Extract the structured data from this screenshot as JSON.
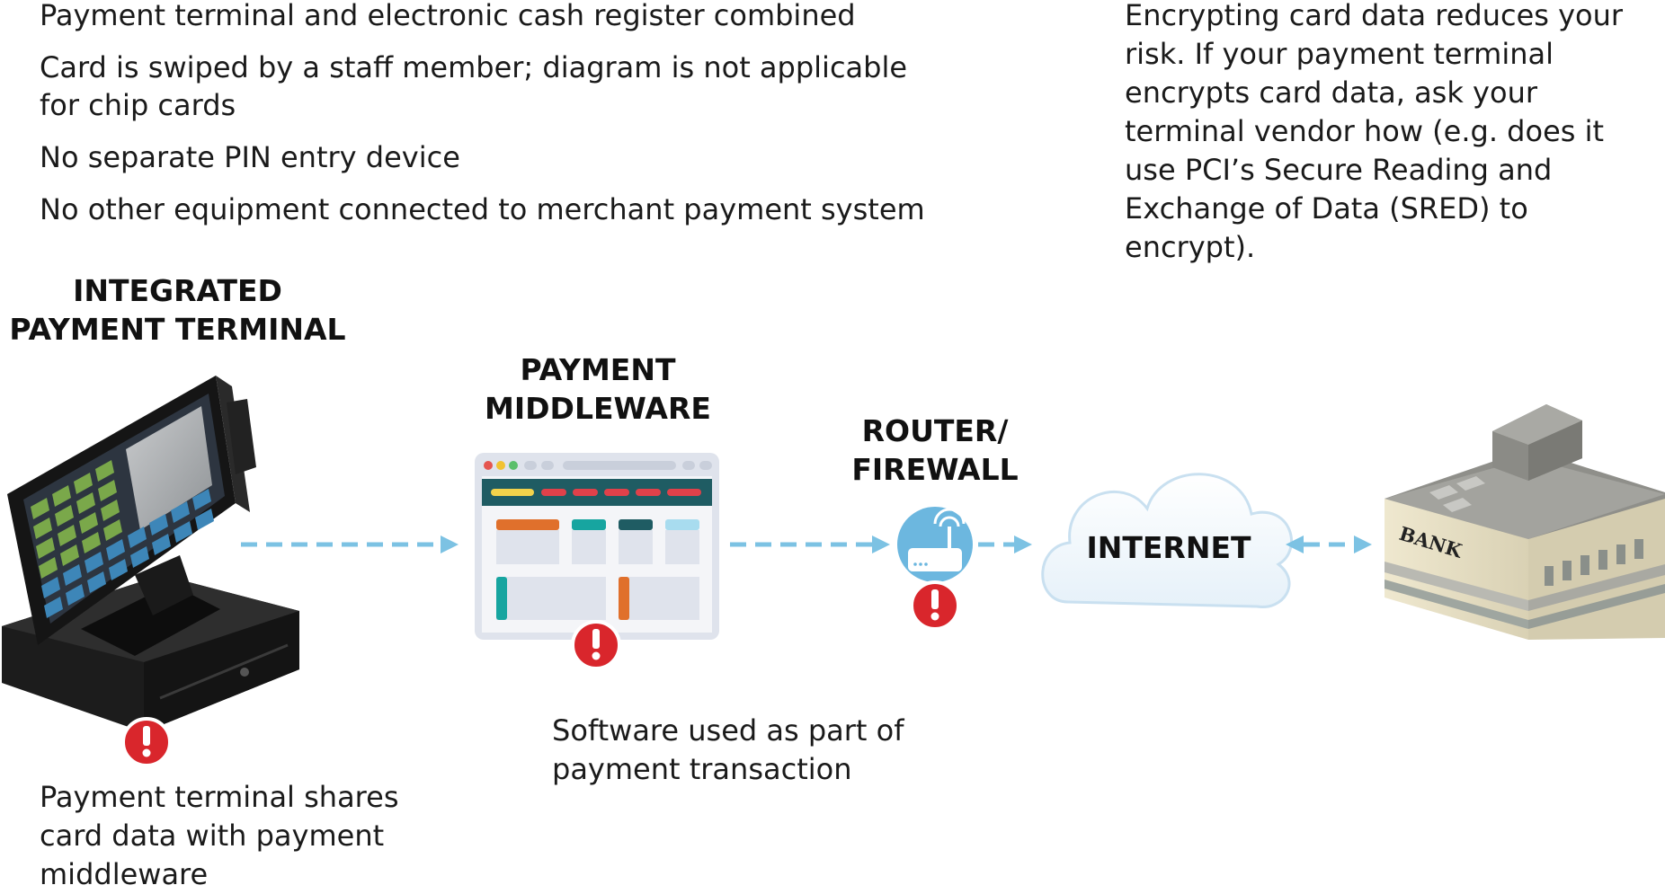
{
  "bullets": [
    "Payment terminal and electronic cash register combined",
    "Card is swiped by a staff member; diagram is not applicable for chip cards",
    "No separate PIN entry device",
    "No other equipment connected to merchant payment system"
  ],
  "side_note": "Encrypting card data reduces your risk. If your payment terminal encrypts card data, ask your terminal vendor how (e.g. does it use PCI’s Secure Reading and Exchange of Data (SRED) to encrypt).",
  "nodes": {
    "terminal": {
      "line1": "INTEGRATED",
      "line2": "PAYMENT TERMINAL"
    },
    "middleware": {
      "line1": "PAYMENT",
      "line2": "MIDDLEWARE"
    },
    "router": {
      "line1": "ROUTER/",
      "line2": "FIREWALL"
    },
    "internet": "INTERNET",
    "bank_sign": "BANK"
  },
  "captions": {
    "terminal": "Payment terminal shares card data with payment middleware",
    "middleware": "Software used as part of payment transaction"
  },
  "colors": {
    "arrow": "#7cc2e3",
    "warning": "#d9262c",
    "text": "#1a1a1a"
  }
}
